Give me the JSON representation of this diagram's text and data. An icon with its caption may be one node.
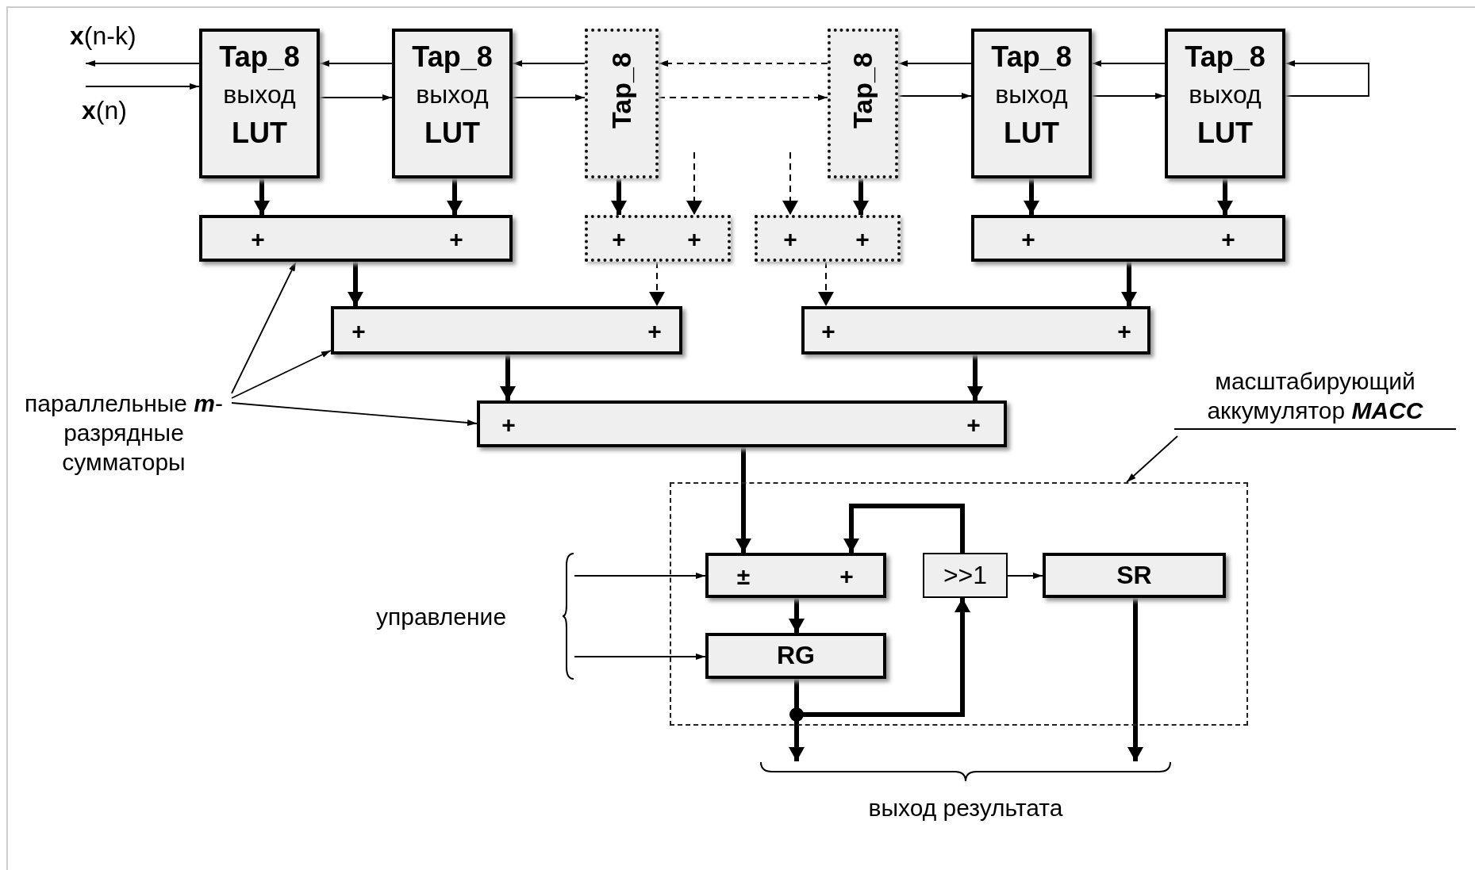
{
  "diagram": {
    "nodes": [
      {
        "text": [
          "Tap_8",
          "выход",
          "LUT"
        ]
      },
      {
        "text": [
          "Tap_8",
          "выход",
          "LUT"
        ]
      },
      {
        "text": [
          "Tap_8"
        ]
      },
      {
        "text": [
          "Tap_8"
        ]
      },
      {
        "text": [
          "Tap_8",
          "выход",
          "LUT"
        ]
      },
      {
        "text": [
          "Tap_8",
          "выход",
          "LUT"
        ]
      },
      {
        "text": [
          "+",
          "+"
        ]
      },
      {
        "text": [
          "+",
          "+"
        ]
      },
      {
        "text": [
          "+",
          "+"
        ]
      },
      {
        "text": [
          "+",
          "+"
        ]
      },
      {
        "text": [
          "+",
          "+"
        ]
      },
      {
        "text": [
          "+",
          "+"
        ]
      },
      {
        "text": [
          "+",
          "+"
        ]
      },
      {
        "text": [
          "параллельные **m**-разрядные сумматоры"
        ]
      },
      {
        "text": [
          "масштабирующий аккумулятор **MACC**"
        ]
      },
      {
        "text": [],
        "shape": "box"
      },
      {
        "text": [
          "±",
          "+"
        ],
        "in": 15
      },
      {
        "text": [
          "RG"
        ],
        "in": 15
      },
      {
        "text": [
          ">>1"
        ],
        "in": 15
      },
      {
        "text": [
          "SR"
        ],
        "in": 15
      },
      {
        "text": [
          "управление"
        ]
      },
      {
        "text": [
          "выход результата"
        ]
      },
      {
        "text": [
          "**x**(n-k)"
        ]
      },
      {
        "text": [
          "**x**(n)"
        ]
      }
    ],
    "edges": [
      {
        "from": 23,
        "to": 0,
        "arrow": "to"
      },
      {
        "from": 0,
        "to": 22,
        "arrow": "to"
      },
      {
        "from": 0,
        "to": 1,
        "arrow": "to"
      },
      {
        "from": 1,
        "to": 0,
        "arrow": "to"
      },
      {
        "from": 1,
        "to": 2,
        "arrow": "to"
      },
      {
        "from": 2,
        "to": 1,
        "arrow": "to"
      },
      {
        "from": 2,
        "to": 3,
        "arrow": "to",
        "style": "dashed"
      },
      {
        "from": 3,
        "to": 2,
        "arrow": "to",
        "style": "dashed"
      },
      {
        "from": 3,
        "to": 4,
        "arrow": "to"
      },
      {
        "from": 4,
        "to": 3,
        "arrow": "to"
      },
      {
        "from": 4,
        "to": 5,
        "arrow": "to"
      },
      {
        "from": 5,
        "to": 4,
        "arrow": "to"
      },
      {
        "from": 5,
        "to": 5,
        "arrow": "to"
      },
      {
        "from": 0,
        "to": 6,
        "arrow": "to",
        "style": "thick"
      },
      {
        "from": 1,
        "to": 6,
        "arrow": "to",
        "style": "thick"
      },
      {
        "from": 2,
        "to": 7,
        "arrow": "to",
        "style": "thick"
      },
      {
        "from": null,
        "to": 7,
        "arrow": "to",
        "style": "dashed"
      },
      {
        "from": null,
        "to": 8,
        "arrow": "to",
        "style": "dashed"
      },
      {
        "from": 3,
        "to": 8,
        "arrow": "to",
        "style": "thick"
      },
      {
        "from": 4,
        "to": 9,
        "arrow": "to",
        "style": "thick"
      },
      {
        "from": 5,
        "to": 9,
        "arrow": "to",
        "style": "thick"
      },
      {
        "from": 6,
        "to": 10,
        "arrow": "to",
        "style": "thick"
      },
      {
        "from": 7,
        "to": 10,
        "arrow": "to",
        "style": "dashed"
      },
      {
        "from": 8,
        "to": 11,
        "arrow": "to",
        "style": "dashed"
      },
      {
        "from": 9,
        "to": 11,
        "arrow": "to",
        "style": "thick"
      },
      {
        "from": 10,
        "to": 12,
        "arrow": "to",
        "style": "thick"
      },
      {
        "from": 11,
        "to": 12,
        "arrow": "to",
        "style": "thick"
      },
      {
        "from": 12,
        "to": 16,
        "arrow": "to",
        "style": "thick"
      },
      {
        "from": 18,
        "to": 16,
        "arrow": "to",
        "style": "thick"
      },
      {
        "from": 16,
        "to": 17,
        "arrow": "to",
        "style": "thick"
      },
      {
        "from": 17,
        "to": 18,
        "arrow": "to",
        "style": "thick"
      },
      {
        "from": 18,
        "to": 19,
        "arrow": "to"
      },
      {
        "from": 17,
        "to": 21,
        "arrow": "to",
        "style": "thick"
      },
      {
        "from": 19,
        "to": 21,
        "arrow": "to",
        "style": "thick"
      },
      {
        "from": 20,
        "to": 16,
        "arrow": "to"
      },
      {
        "from": 20,
        "to": 17,
        "arrow": "to"
      },
      {
        "from": 13,
        "to": 6,
        "arrow": "to"
      },
      {
        "from": 13,
        "to": 10,
        "arrow": "to"
      },
      {
        "from": 13,
        "to": 12,
        "arrow": "to"
      },
      {
        "from": 14,
        "to": 15,
        "arrow": "to"
      }
    ]
  }
}
